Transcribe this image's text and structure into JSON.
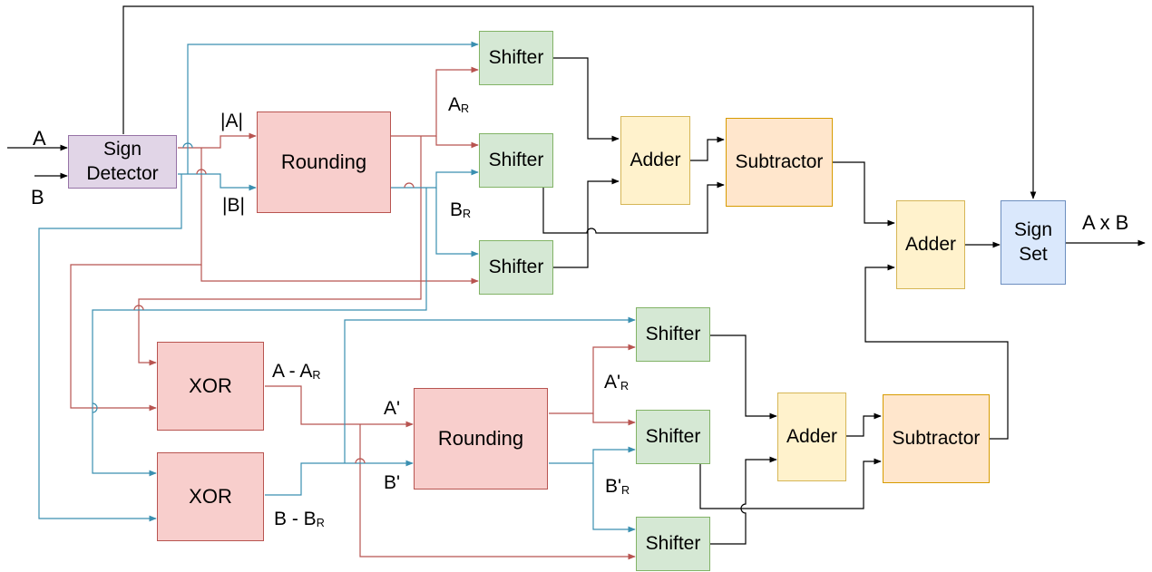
{
  "blocks": {
    "sign_detector": "Sign\nDetector",
    "rounding_top": "Rounding",
    "rounding_bottom": "Rounding",
    "shifter_1": "Shifter",
    "shifter_2": "Shifter",
    "shifter_3": "Shifter",
    "shifter_4": "Shifter",
    "shifter_5": "Shifter",
    "shifter_6": "Shifter",
    "adder_top": "Adder",
    "adder_bottom": "Adder",
    "adder_final": "Adder",
    "subtractor_top": "Subtractor",
    "subtractor_bottom": "Subtractor",
    "xor_top": "XOR",
    "xor_bottom": "XOR",
    "sign_set": "Sign\nSet"
  },
  "labels": {
    "input_a": "A",
    "input_b": "B",
    "abs_a": "|A|",
    "abs_b": "|B|",
    "a_r_main": "A",
    "a_r_sub": "R",
    "b_r_main": "B",
    "b_r_sub": "R",
    "a_minus_ar_main": "A - A",
    "a_minus_ar_sub": "R",
    "b_minus_br_main": "B - B",
    "b_minus_br_sub": "R",
    "a_prime": "A'",
    "b_prime": "B'",
    "a_prime_r_main": "A'",
    "a_prime_r_sub": "R",
    "b_prime_r_main": "B'",
    "b_prime_r_sub": "R",
    "output": "A x B"
  },
  "colors": {
    "red_wire": "#b85450",
    "blue_wire": "#3a8fb0",
    "black_wire": "#000000"
  }
}
